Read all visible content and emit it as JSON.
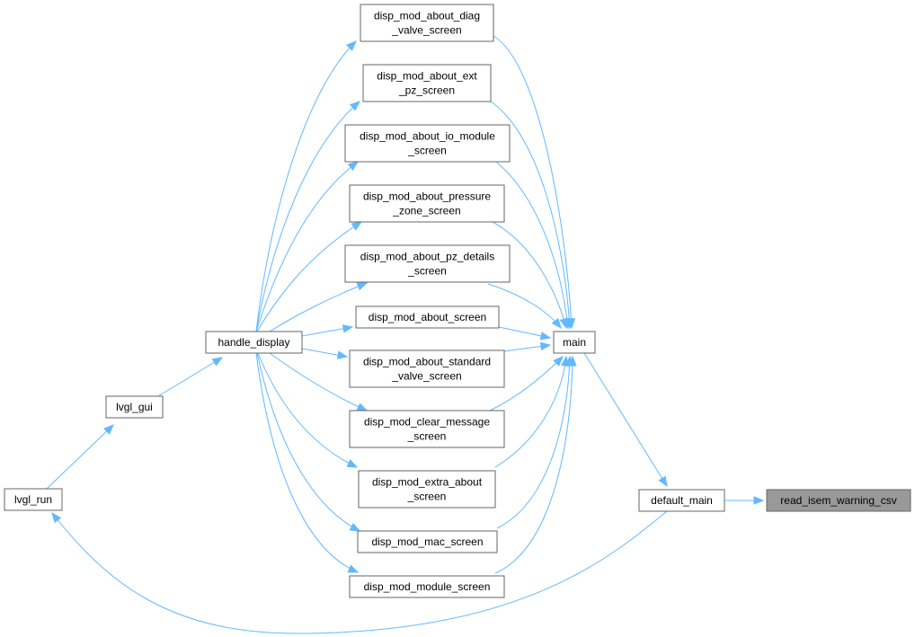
{
  "graph": {
    "edge_color": "#63b8ff",
    "node_border_color": "#666666",
    "focus_node_color": "#999999",
    "nodes": {
      "diag_valve": {
        "label": [
          "disp_mod_about_diag",
          "_valve_screen"
        ]
      },
      "ext_pz": {
        "label": [
          "disp_mod_about_ext",
          "_pz_screen"
        ]
      },
      "io_module": {
        "label": [
          "disp_mod_about_io_module",
          "_screen"
        ]
      },
      "pressure_zone": {
        "label": [
          "disp_mod_about_pressure",
          "_zone_screen"
        ]
      },
      "pz_details": {
        "label": [
          "disp_mod_about_pz_details",
          "_screen"
        ]
      },
      "about_screen": {
        "label": [
          "disp_mod_about_screen"
        ]
      },
      "standard_valve": {
        "label": [
          "disp_mod_about_standard",
          "_valve_screen"
        ]
      },
      "clear_message": {
        "label": [
          "disp_mod_clear_message",
          "_screen"
        ]
      },
      "extra_about": {
        "label": [
          "disp_mod_extra_about",
          "_screen"
        ]
      },
      "mac_screen": {
        "label": [
          "disp_mod_mac_screen"
        ]
      },
      "module_screen": {
        "label": [
          "disp_mod_module_screen"
        ]
      },
      "handle_display": {
        "label": [
          "handle_display"
        ]
      },
      "lvgl_gui": {
        "label": [
          "lvgl_gui"
        ]
      },
      "lvgl_run": {
        "label": [
          "lvgl_run"
        ]
      },
      "main": {
        "label": [
          "main"
        ]
      },
      "default_main": {
        "label": [
          "default_main"
        ]
      },
      "read_isem": {
        "label": [
          "read_isem_warning_csv"
        ],
        "focus": true
      }
    },
    "edges": [
      {
        "from": "lvgl_run",
        "to": "lvgl_gui"
      },
      {
        "from": "lvgl_gui",
        "to": "handle_display"
      },
      {
        "from": "handle_display",
        "to": "diag_valve"
      },
      {
        "from": "handle_display",
        "to": "ext_pz"
      },
      {
        "from": "handle_display",
        "to": "io_module"
      },
      {
        "from": "handle_display",
        "to": "pressure_zone"
      },
      {
        "from": "handle_display",
        "to": "pz_details"
      },
      {
        "from": "handle_display",
        "to": "about_screen"
      },
      {
        "from": "handle_display",
        "to": "standard_valve"
      },
      {
        "from": "handle_display",
        "to": "clear_message"
      },
      {
        "from": "handle_display",
        "to": "extra_about"
      },
      {
        "from": "handle_display",
        "to": "mac_screen"
      },
      {
        "from": "handle_display",
        "to": "module_screen"
      },
      {
        "from": "diag_valve",
        "to": "main"
      },
      {
        "from": "ext_pz",
        "to": "main"
      },
      {
        "from": "io_module",
        "to": "main"
      },
      {
        "from": "pressure_zone",
        "to": "main"
      },
      {
        "from": "pz_details",
        "to": "main"
      },
      {
        "from": "about_screen",
        "to": "main"
      },
      {
        "from": "standard_valve",
        "to": "main"
      },
      {
        "from": "clear_message",
        "to": "main"
      },
      {
        "from": "extra_about",
        "to": "main"
      },
      {
        "from": "mac_screen",
        "to": "main"
      },
      {
        "from": "module_screen",
        "to": "main"
      },
      {
        "from": "main",
        "to": "default_main"
      },
      {
        "from": "default_main",
        "to": "read_isem"
      },
      {
        "from": "default_main",
        "to": "lvgl_run"
      }
    ]
  }
}
